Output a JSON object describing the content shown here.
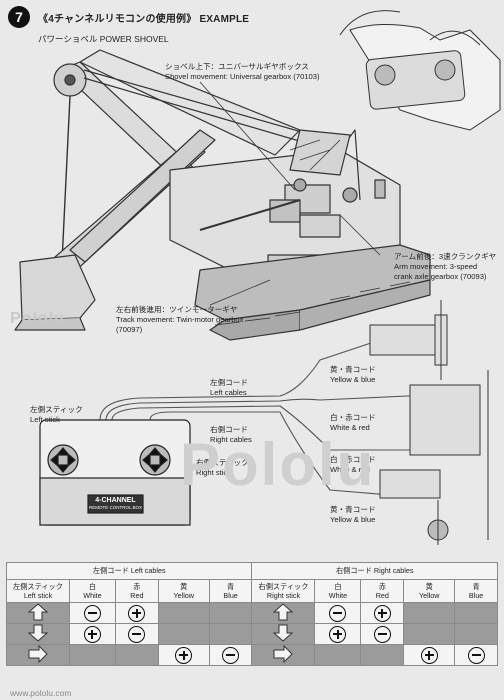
{
  "header": {
    "step_number": "7",
    "title": "《4チャンネルリモコンの使用例》 EXAMPLE"
  },
  "subtitle": "パワーショベル POWER SHOVEL",
  "labels": {
    "shovel_jp": "ショベル上下：ユニバーサルギヤボックス",
    "shovel_en": "Shovel movement: Universal gearbox (70103)",
    "arm_jp": "アーム前後：3速クランクギヤ",
    "arm_en1": "Arm movement: 3-speed",
    "arm_en2": "crank axle gearbox (70093)",
    "track_jp": "左右前後進用：ツインモーターギヤ",
    "track_en1": "Track movement: Twin-motor gearbox",
    "track_en2": "(70097)",
    "left_cables_jp": "左側コード",
    "left_cables_en": "Left cables",
    "right_cables_jp": "右側コード",
    "right_cables_en": "Right cables",
    "left_stick_jp": "左側スティック",
    "left_stick_en": "Left stick",
    "right_stick_jp": "右側スティック",
    "right_stick_en": "Right stick",
    "wire1_jp": "黄・青コード",
    "wire1_en": "Yellow & blue",
    "wire2_jp": "白・赤コード",
    "wire2_en": "White & red",
    "wire3_jp": "白・赤コード",
    "wire3_en": "White & red",
    "wire4_jp": "黄・青コード",
    "wire4_en": "Yellow & blue",
    "controller_brand": "4-CHANNEL",
    "controller_sub": "REMOTE CONTROL BOX"
  },
  "watermark": {
    "small": "Pololu",
    "large": "Pololu"
  },
  "table": {
    "left_group": "左側コード Left cables",
    "right_group": "右側コード Right cables",
    "left_stick": [
      "左側スティック",
      "Left stick"
    ],
    "right_stick": [
      "右側スティック",
      "Right stick"
    ],
    "columns": [
      [
        "白",
        "White"
      ],
      [
        "赤",
        "Red"
      ],
      [
        "黄",
        "Yellow"
      ],
      [
        "青",
        "Blue"
      ]
    ],
    "rows": [
      {
        "dir": "up",
        "left": [
          "minus",
          "plus",
          "",
          ""
        ],
        "right": [
          "minus",
          "plus",
          "",
          ""
        ]
      },
      {
        "dir": "down",
        "left": [
          "plus",
          "minus",
          "",
          ""
        ],
        "right": [
          "plus",
          "minus",
          "",
          ""
        ]
      },
      {
        "dir": "right",
        "left": [
          "",
          "",
          "plus",
          "minus"
        ],
        "right": [
          "",
          "",
          "plus",
          "minus"
        ]
      }
    ]
  },
  "footer_url": "www.pololu.com"
}
